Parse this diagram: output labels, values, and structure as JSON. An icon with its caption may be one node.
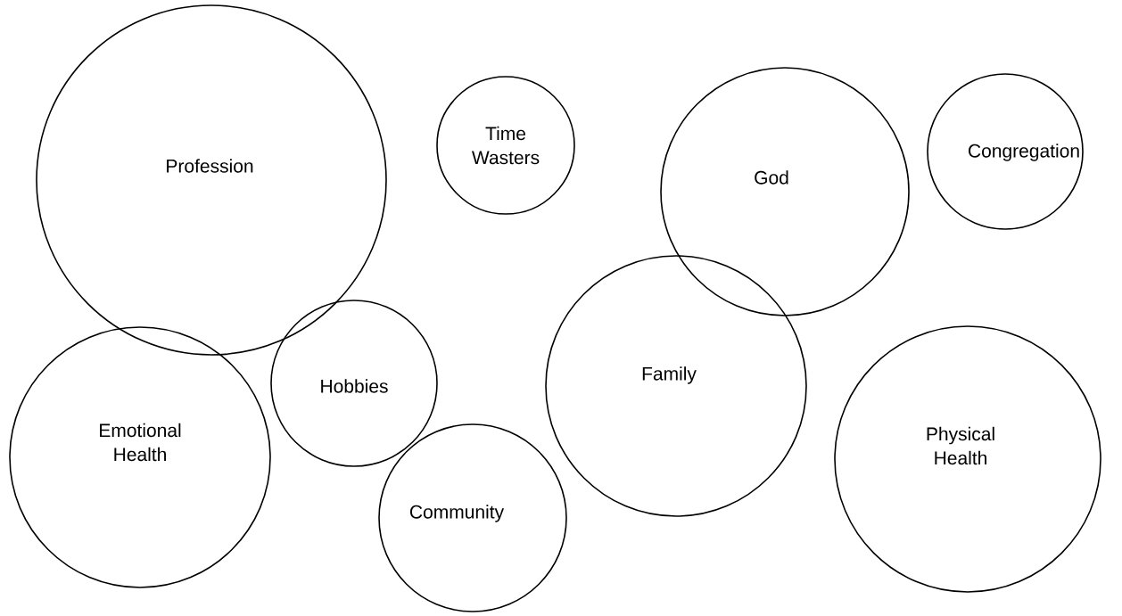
{
  "diagram": {
    "nodes": [
      {
        "text": [
          "Profession"
        ]
      },
      {
        "text": [
          "Time Wasters"
        ]
      },
      {
        "text": [
          "God"
        ]
      },
      {
        "text": [
          "Congregation"
        ]
      },
      {
        "text": [
          "Emotional Health"
        ]
      },
      {
        "text": [
          "Hobbies"
        ]
      },
      {
        "text": [
          "Family"
        ]
      },
      {
        "text": [
          "Physical Health"
        ]
      },
      {
        "text": [
          "Community"
        ]
      }
    ]
  }
}
